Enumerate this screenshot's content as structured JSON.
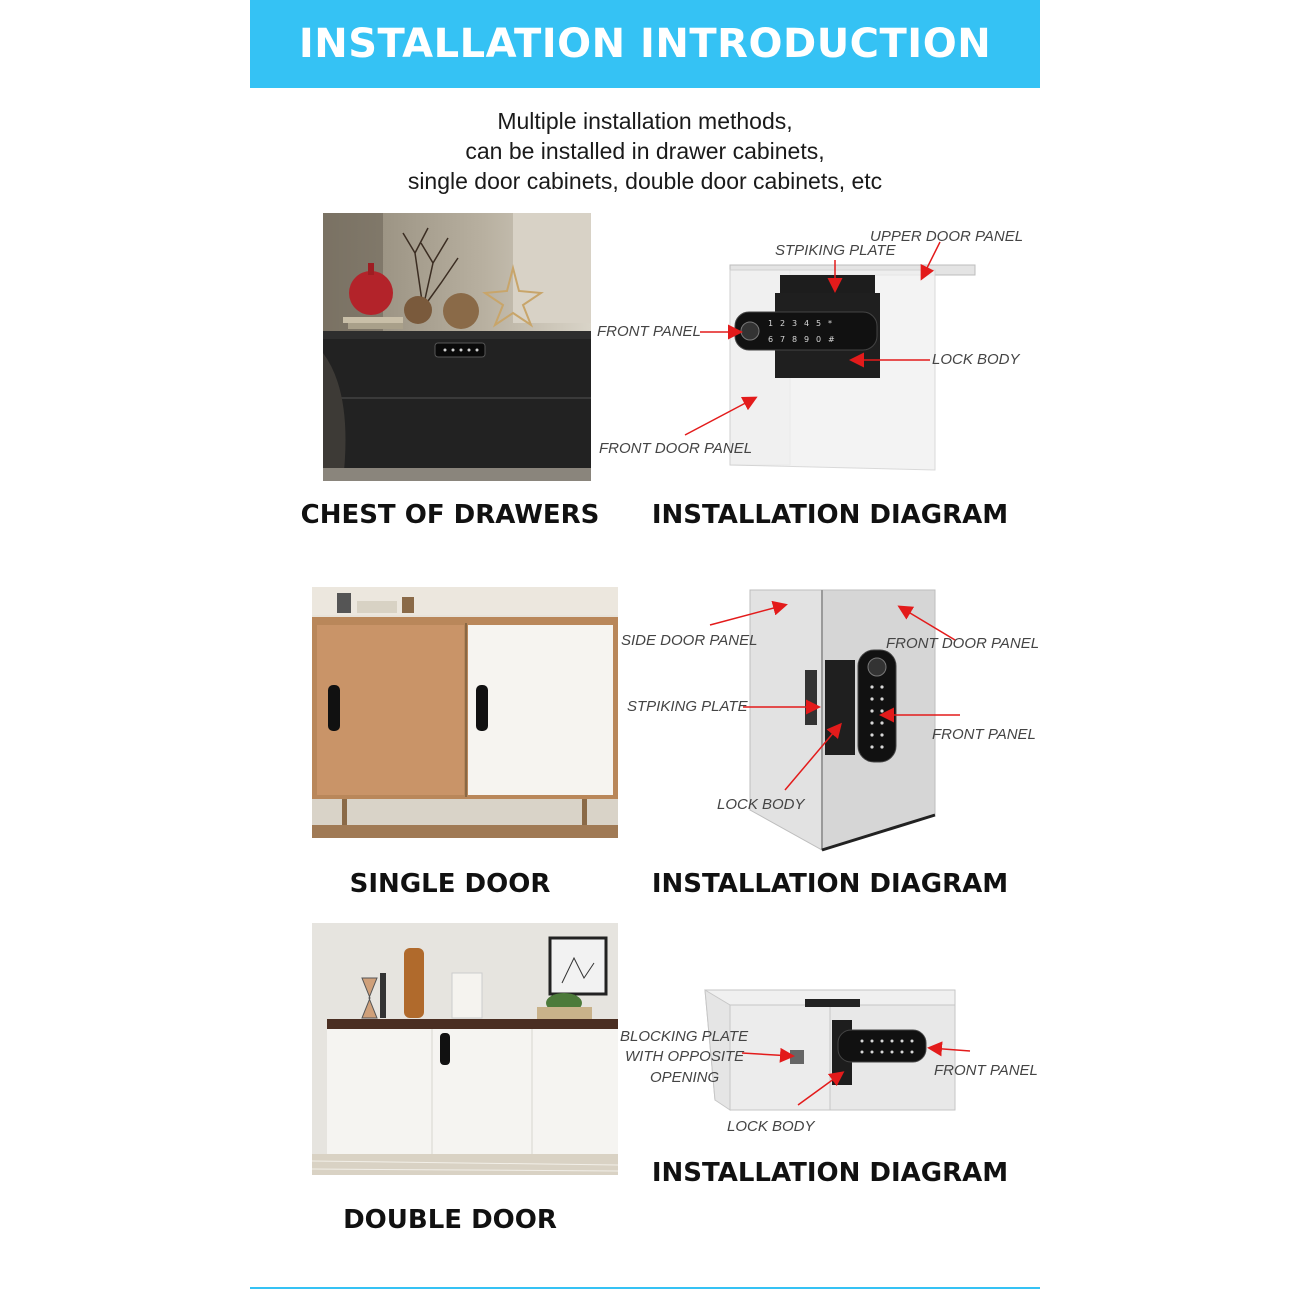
{
  "banner": {
    "title": "INSTALLATION INTRODUCTION",
    "color": "#35c2f4"
  },
  "intro": {
    "lines": [
      "Multiple installation methods,",
      "can be installed in drawer cabinets,",
      "single door cabinets, double door cabinets, etc"
    ]
  },
  "sections": [
    {
      "caption": "CHEST OF DRAWERS",
      "diagram_caption": "INSTALLATION DIAGRAM",
      "labels": {
        "upper_door_panel": "UPPER DOOR PANEL",
        "striking_plate": "STPIKING PLATE",
        "front_panel": "FRONT PANEL",
        "lock_body": "LOCK BODY",
        "front_door_panel": "FRONT DOOR PANEL"
      }
    },
    {
      "caption": "SINGLE DOOR",
      "diagram_caption": "INSTALLATION DIAGRAM",
      "labels": {
        "side_door_panel": "SIDE DOOR PANEL",
        "front_door_panel": "FRONT DOOR PANEL",
        "striking_plate": "STPIKING PLATE",
        "front_panel": "FRONT PANEL",
        "lock_body": "LOCK BODY"
      }
    },
    {
      "caption": "DOUBLE DOOR",
      "diagram_caption": "INSTALLATION DIAGRAM",
      "labels": {
        "blocking_plate_1": "BLOCKING PLATE",
        "blocking_plate_2": "WITH OPPOSITE",
        "blocking_plate_3": "OPENING",
        "front_panel": "FRONT PANEL",
        "lock_body": "LOCK BODY"
      }
    }
  ],
  "keypad_keys": [
    "1",
    "2",
    "3",
    "4",
    "5",
    "*",
    "6",
    "7",
    "8",
    "9",
    "0",
    "#"
  ],
  "arrow_color": "#e31b1b"
}
